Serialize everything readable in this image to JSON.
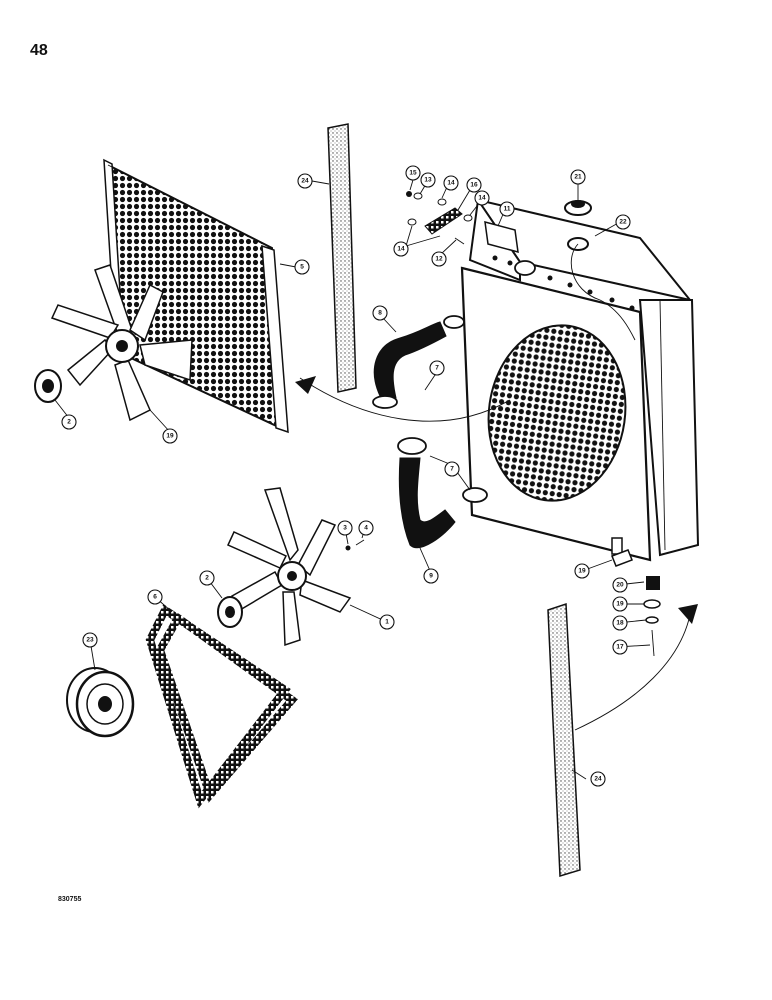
{
  "page_number": "48",
  "figure_code": "830755",
  "callouts": [
    {
      "id": "c24a",
      "label": "24"
    },
    {
      "id": "c5",
      "label": "5"
    },
    {
      "id": "c15",
      "label": "15"
    },
    {
      "id": "c13",
      "label": "13"
    },
    {
      "id": "c14a",
      "label": "14"
    },
    {
      "id": "c16",
      "label": "16"
    },
    {
      "id": "c14b",
      "label": "14"
    },
    {
      "id": "c14c",
      "label": "14"
    },
    {
      "id": "c11",
      "label": "11"
    },
    {
      "id": "c12",
      "label": "12"
    },
    {
      "id": "c21",
      "label": "21"
    },
    {
      "id": "c22",
      "label": "22"
    },
    {
      "id": "c8a",
      "label": "8"
    },
    {
      "id": "c7a",
      "label": "7"
    },
    {
      "id": "c2a",
      "label": "2"
    },
    {
      "id": "c19a",
      "label": "19"
    },
    {
      "id": "c7b",
      "label": "7"
    },
    {
      "id": "c9",
      "label": "9"
    },
    {
      "id": "c3",
      "label": "3"
    },
    {
      "id": "c4",
      "label": "4"
    },
    {
      "id": "c1",
      "label": "1"
    },
    {
      "id": "c6",
      "label": "6"
    },
    {
      "id": "c2b",
      "label": "2"
    },
    {
      "id": "c23",
      "label": "23"
    },
    {
      "id": "c19b",
      "label": "19"
    },
    {
      "id": "c20",
      "label": "20"
    },
    {
      "id": "c19c",
      "label": "19"
    },
    {
      "id": "c18",
      "label": "18"
    },
    {
      "id": "c17",
      "label": "17"
    },
    {
      "id": "c24b",
      "label": "24"
    }
  ]
}
